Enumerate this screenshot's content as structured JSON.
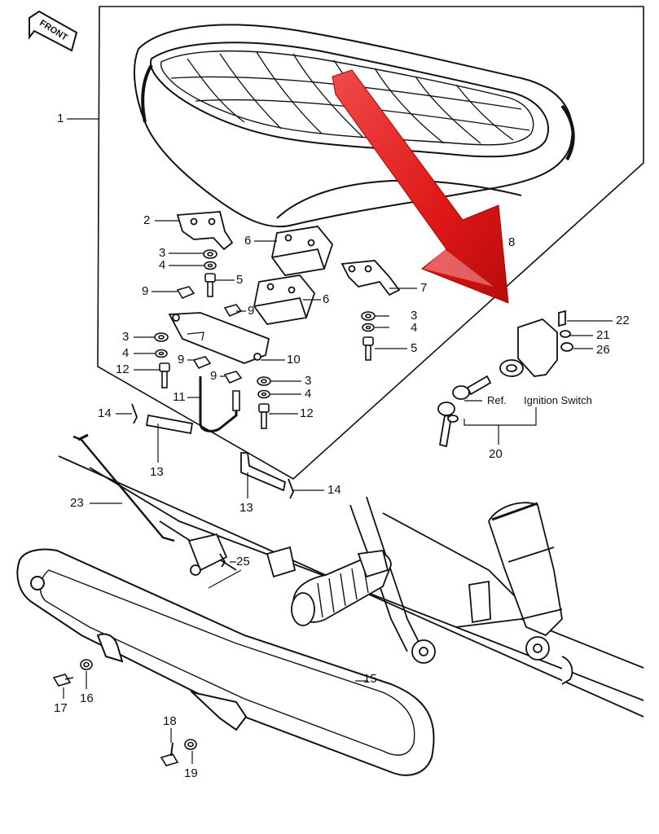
{
  "front_tag": "FRONT",
  "ref_text": "Ref.",
  "ignition_text": "Ignition Switch",
  "colors": {
    "arrow": "#e02020",
    "line": "#111111"
  },
  "callouts": [
    {
      "id": "c1",
      "text": "1"
    },
    {
      "id": "c2",
      "text": "2"
    },
    {
      "id": "c3a",
      "text": "3"
    },
    {
      "id": "c4a",
      "text": "4"
    },
    {
      "id": "c5a",
      "text": "5"
    },
    {
      "id": "c6a",
      "text": "6"
    },
    {
      "id": "c8",
      "text": "8"
    },
    {
      "id": "c7",
      "text": "7"
    },
    {
      "id": "c9a",
      "text": "9"
    },
    {
      "id": "c9b",
      "text": "9"
    },
    {
      "id": "c6b",
      "text": "6"
    },
    {
      "id": "c3b",
      "text": "3"
    },
    {
      "id": "c4b",
      "text": "4"
    },
    {
      "id": "c5b",
      "text": "5"
    },
    {
      "id": "c3c",
      "text": "3"
    },
    {
      "id": "c4c",
      "text": "4"
    },
    {
      "id": "c9c",
      "text": "9"
    },
    {
      "id": "c10",
      "text": "10"
    },
    {
      "id": "c12a",
      "text": "12"
    },
    {
      "id": "c9d",
      "text": "9"
    },
    {
      "id": "c3d",
      "text": "3"
    },
    {
      "id": "c4d",
      "text": "4"
    },
    {
      "id": "c11",
      "text": "11"
    },
    {
      "id": "c12b",
      "text": "12"
    },
    {
      "id": "c14a",
      "text": "14"
    },
    {
      "id": "c13a",
      "text": "13"
    },
    {
      "id": "c14b",
      "text": "14"
    },
    {
      "id": "c13b",
      "text": "13"
    },
    {
      "id": "c22",
      "text": "22"
    },
    {
      "id": "c21",
      "text": "21"
    },
    {
      "id": "c26",
      "text": "26"
    },
    {
      "id": "c20",
      "text": "20"
    },
    {
      "id": "c23",
      "text": "23"
    },
    {
      "id": "c25",
      "text": "25"
    },
    {
      "id": "c15",
      "text": "15"
    },
    {
      "id": "c17",
      "text": "17"
    },
    {
      "id": "c16",
      "text": "16"
    },
    {
      "id": "c18",
      "text": "18"
    },
    {
      "id": "c19",
      "text": "19"
    }
  ]
}
